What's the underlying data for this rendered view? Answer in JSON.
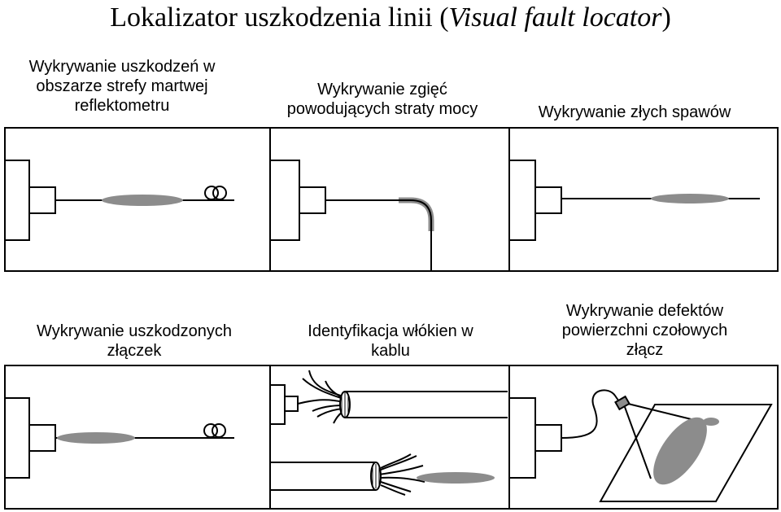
{
  "title": {
    "main": "Lokalizator uszkodzenia linii (",
    "italic": "Visual fault locator",
    "close": ")"
  },
  "panels": [
    {
      "caption": "Wykrywanie uszkodzeń w\nobszarze strefy martwej\nreflektometru"
    },
    {
      "caption": "Wykrywanie zgięć\npowodujących straty mocy"
    },
    {
      "caption": "Wykrywanie złych spawów"
    },
    {
      "caption": "Wykrywanie uszkodzonych\nzłączek"
    },
    {
      "caption": "Identyfikacja włókien w\nkablu"
    },
    {
      "caption": "Wykrywanie defektów\npowierzchni czołowych\nzłącz"
    }
  ],
  "colors": {
    "line": "#000000",
    "fault": "#8c8c8c"
  }
}
